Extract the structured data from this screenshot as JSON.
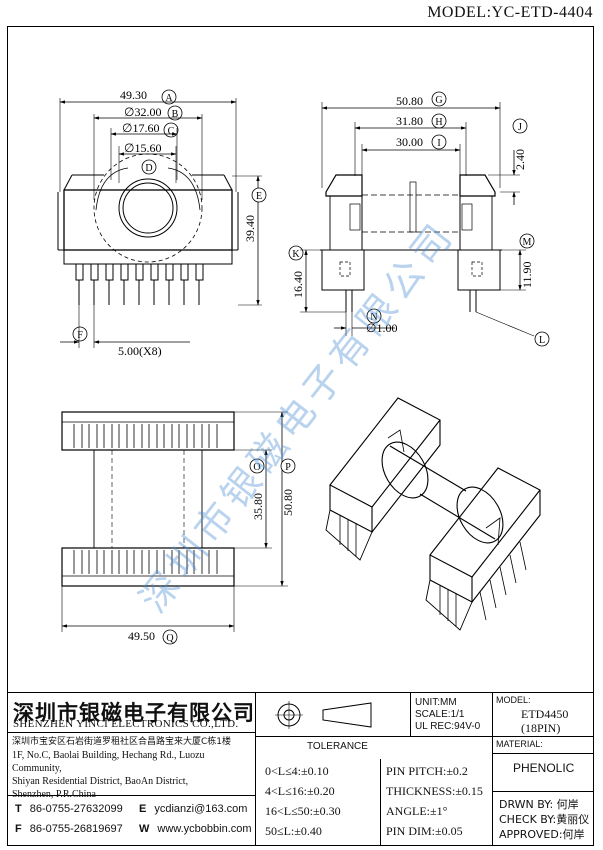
{
  "header": {
    "model": "MODEL:YC-ETD-4404"
  },
  "dims": {
    "a": "49.30",
    "b": "∅32.00",
    "c": "∅17.60",
    "d": "∅15.60",
    "e": "39.40",
    "f": "5.00(X8)",
    "g": "50.80",
    "h": "31.80",
    "i": "30.00",
    "j": "2.40",
    "k": "16.40",
    "m": "11.90",
    "n": "∅1.00",
    "o": "35.80",
    "p": "50.80",
    "q": "49.50"
  },
  "callouts": {
    "A": "A",
    "B": "B",
    "C": "C",
    "D": "D",
    "E": "E",
    "F": "F",
    "G": "G",
    "H": "H",
    "I": "I",
    "J": "J",
    "K": "K",
    "L": "L",
    "M": "M",
    "N": "N",
    "O": "O",
    "P": "P",
    "Q": "Q"
  },
  "watermark": "深圳市银磁电子有限公司",
  "company": {
    "name_cn": "深圳市银磁电子有限公司",
    "name_en": "SHENZHEN YINCI ELECTRONICS CO.,LTD.",
    "addr_cn": "深圳市宝安区石岩街道罗租社区合昌路宝来大厦C栋1楼",
    "addr_en1": "1F, No.C, Baolai Building, Hechang Rd., Luozu Community,",
    "addr_en2": "Shiyan Residential District, BaoAn District,",
    "addr_en3": "Shenzhen, P.R.China",
    "tel_label": "T",
    "tel": "86-0755-27632099",
    "fax_label": "F",
    "fax": "86-0755-26819697",
    "email_label": "E",
    "email": "ycdianzi@163.com",
    "web_label": "W",
    "web": "www.ycbobbin.com"
  },
  "specs": {
    "unit": "UNIT:MM",
    "scale": "SCALE:1/1",
    "ul": "UL REC:94V-0",
    "model_label": "MODEL:",
    "model": "ETD4450",
    "pins": "(18PIN)",
    "material_label": "MATERIAL:",
    "material": "PHENOLIC",
    "tolerance_title": "TOLERANCE",
    "tol": [
      "0<L≤4:±0.10",
      "4<L≤16:±0.20",
      "16<L≤50:±0.30",
      "50≤L:±0.40"
    ],
    "pin": [
      "PIN PITCH:±0.2",
      "THICKNESS:±0.15",
      "ANGLE:±1°",
      "PIN DIM:±0.05"
    ],
    "drwn": "DRWN BY: 何岸",
    "check": "CHECK BY:黄丽仪",
    "approved": "APPROVED:何岸"
  }
}
